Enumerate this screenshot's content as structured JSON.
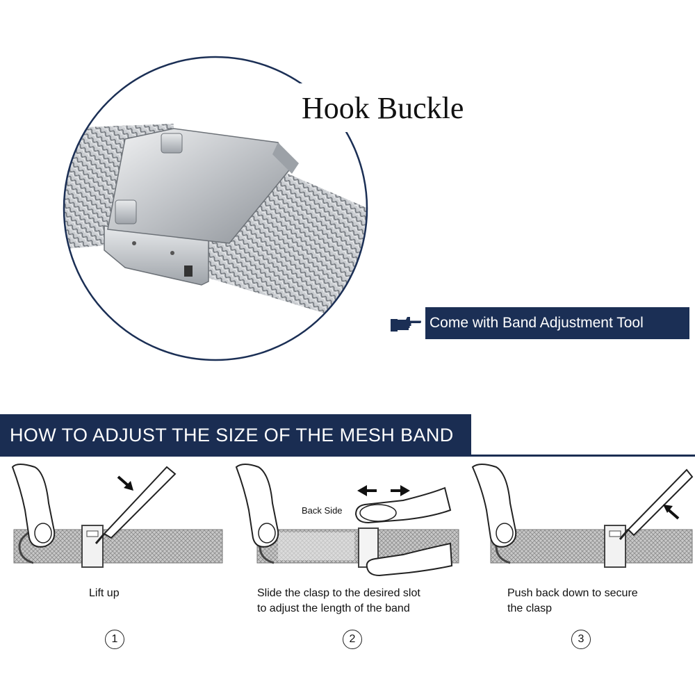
{
  "hero": {
    "title": "Hook Buckle"
  },
  "banner": {
    "text": "Come with Band Adjustment Tool",
    "icon": "pointing-hand-icon",
    "color": "#1b2f55"
  },
  "instructions": {
    "header": "HOW TO ADJUST THE SIZE OF THE MESH BAND",
    "header_color": "#1a2d52",
    "back_side_label": "Back Side",
    "steps": [
      {
        "number": "1",
        "caption_lines": [
          "Lift up"
        ]
      },
      {
        "number": "2",
        "caption_lines": [
          "Slide the clasp to the desired slot",
          "to adjust the length of the band"
        ]
      },
      {
        "number": "3",
        "caption_lines": [
          "Push back down to secure",
          "the clasp"
        ]
      }
    ]
  }
}
